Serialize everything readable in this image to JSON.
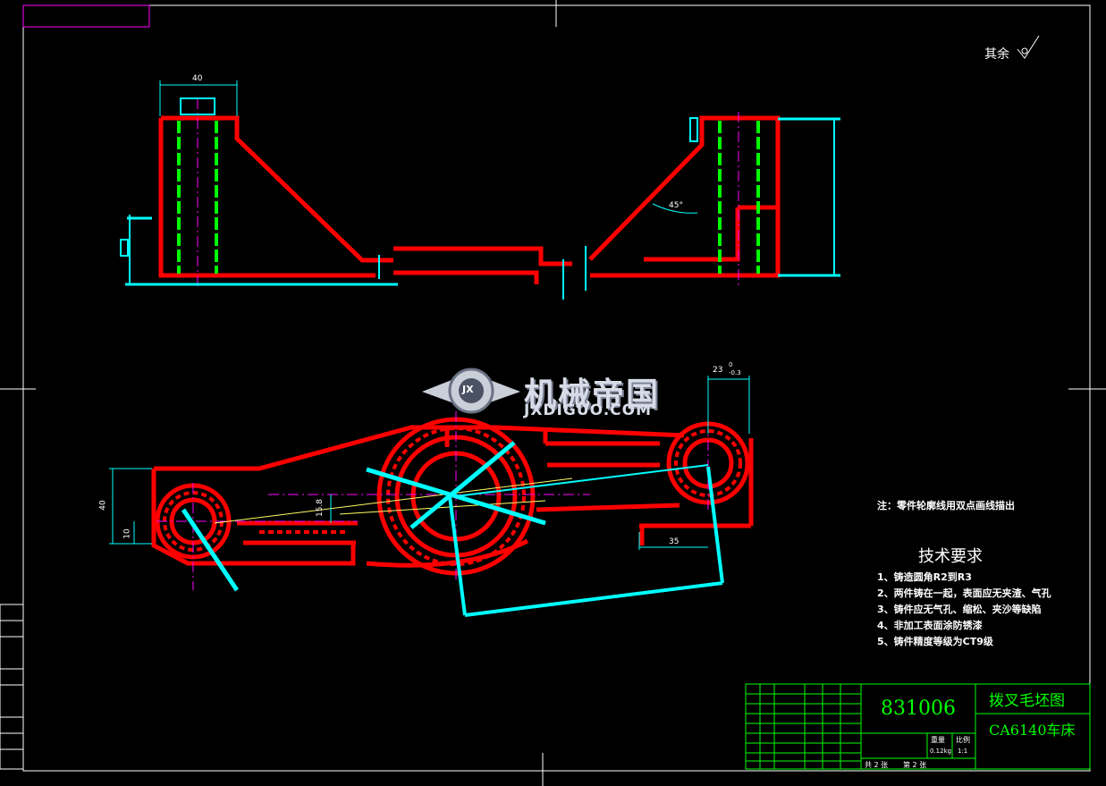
{
  "surface_note": "其余",
  "notes": {
    "contour_note": "注：零件轮廓线用双点画线描出",
    "title": "技术要求",
    "items": [
      "1、铸造圆角R2到R3",
      "2、两件铸在一起，表面应无夹渣、气孔",
      "3、铸件应无气孔、缩松、夹沙等缺陷",
      "4、非加工表面涂防锈漆",
      "5、铸件精度等级为CT9级"
    ]
  },
  "dimensions": {
    "top_width": "40",
    "angle": "45°",
    "height": "40",
    "offset": "10",
    "small": "15.8",
    "distance": "35",
    "boss_base": "23",
    "boss_tol_upper": "0",
    "boss_tol_lower": "-0.3"
  },
  "watermark": {
    "cn": "机械帝国",
    "en": "JXDIGUO.COM",
    "logo": "JX"
  },
  "title_block": {
    "drawing_no": "831006",
    "part_name": "拨叉毛坯图",
    "machine": "CA6140车床",
    "weight_label": "重量",
    "scale_label": "比例",
    "weight": "0.12kg",
    "scale": "1:1",
    "sheets_total": "共 2 张",
    "sheet_no": "第 2 张"
  },
  "colors": {
    "outline": "#ff0000",
    "dimension": "#00ffff",
    "hidden": "#00ff00",
    "center": "#ff00ff",
    "frame": "#ffffff",
    "title_green": "#00ff00"
  }
}
